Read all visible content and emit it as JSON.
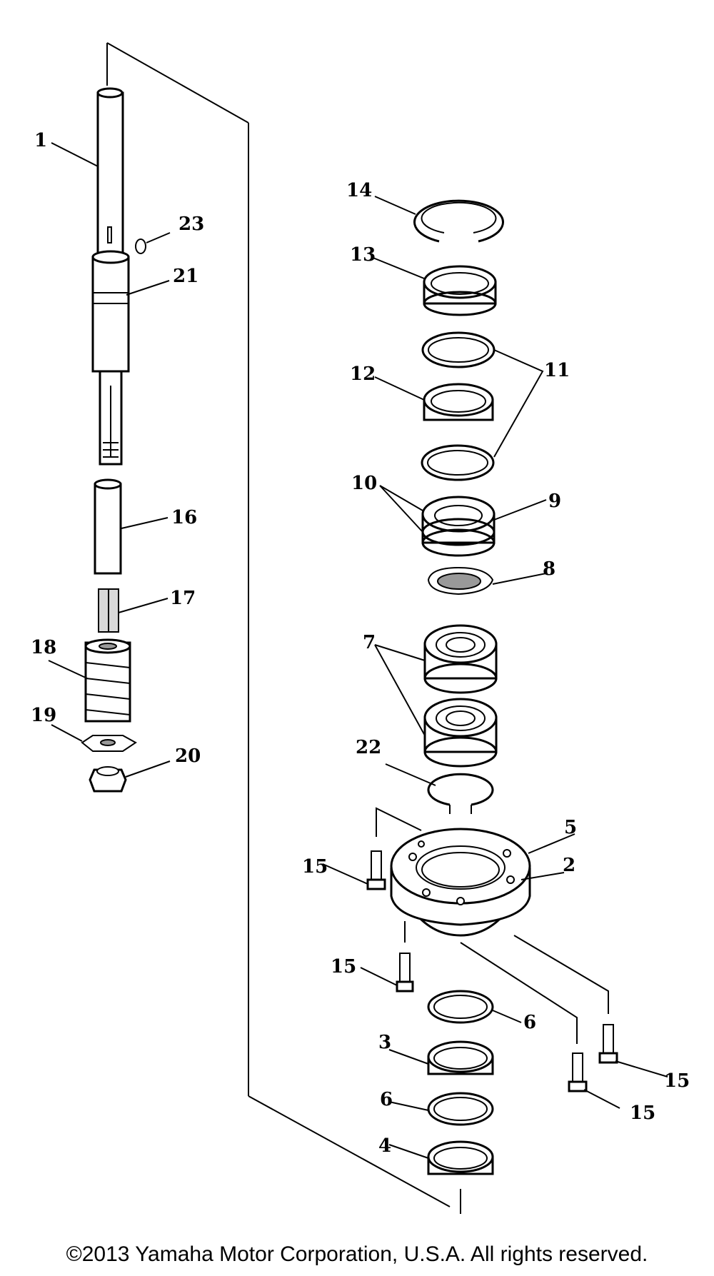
{
  "diagram": {
    "callouts": [
      "1",
      "2",
      "3",
      "4",
      "5",
      "6",
      "6",
      "7",
      "8",
      "9",
      "10",
      "11",
      "12",
      "13",
      "14",
      "15",
      "15",
      "15",
      "15",
      "16",
      "17",
      "18",
      "19",
      "20",
      "21",
      "22",
      "23"
    ]
  },
  "footer": {
    "copyright": "©2013 Yamaha Motor Corporation, U.S.A. All rights reserved."
  }
}
